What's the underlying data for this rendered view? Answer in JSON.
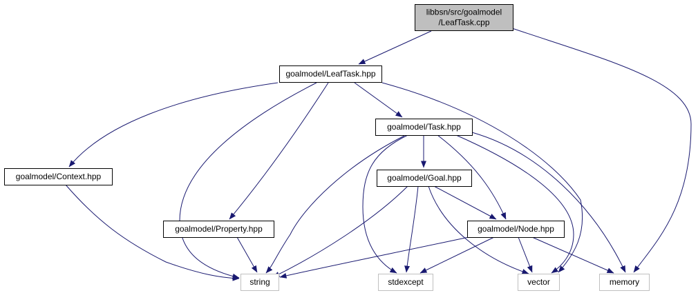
{
  "colors": {
    "edge": "#191970",
    "root_fill": "#bfbfbf",
    "root_stroke": "#000000",
    "local_fill": "#ffffff",
    "local_stroke": "#000000",
    "system_fill": "#ffffff",
    "system_stroke": "#bfbfbf"
  },
  "nodes": [
    {
      "id": "leaftask_cpp",
      "lines": [
        "libbsn/src/goalmodel",
        "/LeafTask.cpp"
      ],
      "kind": "root"
    },
    {
      "id": "leaftask_hpp",
      "lines": [
        "goalmodel/LeafTask.hpp"
      ],
      "kind": "local"
    },
    {
      "id": "task_hpp",
      "lines": [
        "goalmodel/Task.hpp"
      ],
      "kind": "local"
    },
    {
      "id": "context_hpp",
      "lines": [
        "goalmodel/Context.hpp"
      ],
      "kind": "local"
    },
    {
      "id": "goal_hpp",
      "lines": [
        "goalmodel/Goal.hpp"
      ],
      "kind": "local"
    },
    {
      "id": "property_hpp",
      "lines": [
        "goalmodel/Property.hpp"
      ],
      "kind": "local"
    },
    {
      "id": "node_hpp",
      "lines": [
        "goalmodel/Node.hpp"
      ],
      "kind": "local"
    },
    {
      "id": "string",
      "lines": [
        "string"
      ],
      "kind": "system"
    },
    {
      "id": "stdexcept",
      "lines": [
        "stdexcept"
      ],
      "kind": "system"
    },
    {
      "id": "vector",
      "lines": [
        "vector"
      ],
      "kind": "system"
    },
    {
      "id": "memory",
      "lines": [
        "memory"
      ],
      "kind": "system"
    }
  ],
  "edges": [
    {
      "from": "leaftask_cpp",
      "to": "leaftask_hpp"
    },
    {
      "from": "leaftask_cpp",
      "to": "memory"
    },
    {
      "from": "leaftask_hpp",
      "to": "task_hpp"
    },
    {
      "from": "leaftask_hpp",
      "to": "context_hpp"
    },
    {
      "from": "leaftask_hpp",
      "to": "property_hpp"
    },
    {
      "from": "leaftask_hpp",
      "to": "string"
    },
    {
      "from": "leaftask_hpp",
      "to": "vector"
    },
    {
      "from": "task_hpp",
      "to": "goal_hpp"
    },
    {
      "from": "task_hpp",
      "to": "node_hpp"
    },
    {
      "from": "task_hpp",
      "to": "string"
    },
    {
      "from": "task_hpp",
      "to": "stdexcept"
    },
    {
      "from": "task_hpp",
      "to": "vector"
    },
    {
      "from": "task_hpp",
      "to": "memory"
    },
    {
      "from": "context_hpp",
      "to": "string"
    },
    {
      "from": "goal_hpp",
      "to": "node_hpp"
    },
    {
      "from": "goal_hpp",
      "to": "string"
    },
    {
      "from": "goal_hpp",
      "to": "stdexcept"
    },
    {
      "from": "goal_hpp",
      "to": "vector"
    },
    {
      "from": "property_hpp",
      "to": "string"
    },
    {
      "from": "node_hpp",
      "to": "string"
    },
    {
      "from": "node_hpp",
      "to": "stdexcept"
    },
    {
      "from": "node_hpp",
      "to": "vector"
    },
    {
      "from": "node_hpp",
      "to": "memory"
    }
  ]
}
